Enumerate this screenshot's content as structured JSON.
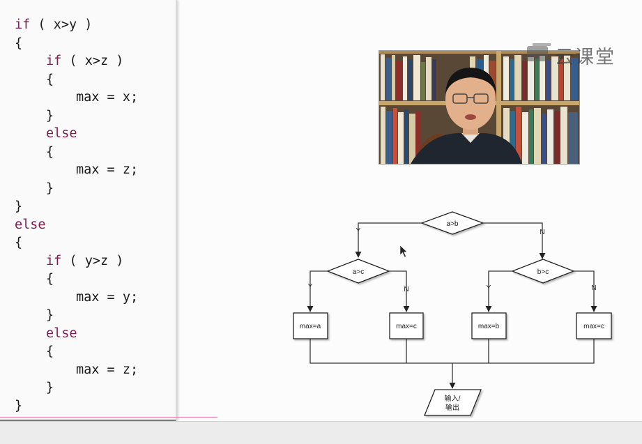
{
  "code": {
    "lines": [
      {
        "indent": 0,
        "kw": "if",
        "text": " ( x>y )"
      },
      {
        "indent": 0,
        "kw": "",
        "text": "{"
      },
      {
        "indent": 1,
        "kw": "if",
        "text": " ( x>z )"
      },
      {
        "indent": 1,
        "kw": "",
        "text": "{"
      },
      {
        "indent": 2,
        "kw": "",
        "text": "max = x;"
      },
      {
        "indent": 1,
        "kw": "",
        "text": "}"
      },
      {
        "indent": 1,
        "kw": "else",
        "text": ""
      },
      {
        "indent": 1,
        "kw": "",
        "text": "{"
      },
      {
        "indent": 2,
        "kw": "",
        "text": "max = z;"
      },
      {
        "indent": 1,
        "kw": "",
        "text": "}"
      },
      {
        "indent": 0,
        "kw": "",
        "text": "}"
      },
      {
        "indent": 0,
        "kw": "else",
        "text": ""
      },
      {
        "indent": 0,
        "kw": "",
        "text": "{"
      },
      {
        "indent": 1,
        "kw": "if",
        "text": " ( y>z )"
      },
      {
        "indent": 1,
        "kw": "",
        "text": "{"
      },
      {
        "indent": 2,
        "kw": "",
        "text": "max = y;"
      },
      {
        "indent": 1,
        "kw": "",
        "text": "}"
      },
      {
        "indent": 1,
        "kw": "else",
        "text": ""
      },
      {
        "indent": 1,
        "kw": "",
        "text": "{"
      },
      {
        "indent": 2,
        "kw": "",
        "text": "max = z;"
      },
      {
        "indent": 1,
        "kw": "",
        "text": "}"
      },
      {
        "indent": 0,
        "kw": "",
        "text": "}"
      }
    ]
  },
  "logo": {
    "text": "云课堂"
  },
  "flowchart": {
    "top_condition": "a>b",
    "left_condition": "a>c",
    "right_condition": "b>c",
    "branch_yes": "Y",
    "branch_no": "N",
    "box_1": "max=a",
    "box_2": "max=c",
    "box_3": "max=b",
    "box_4": "max=c",
    "io_line_1": "输入/",
    "io_line_2": "输出"
  },
  "colors": {
    "keyword": "#7a1f4f",
    "code_text": "#1a1a1a",
    "accent_line": "#e8739e"
  }
}
